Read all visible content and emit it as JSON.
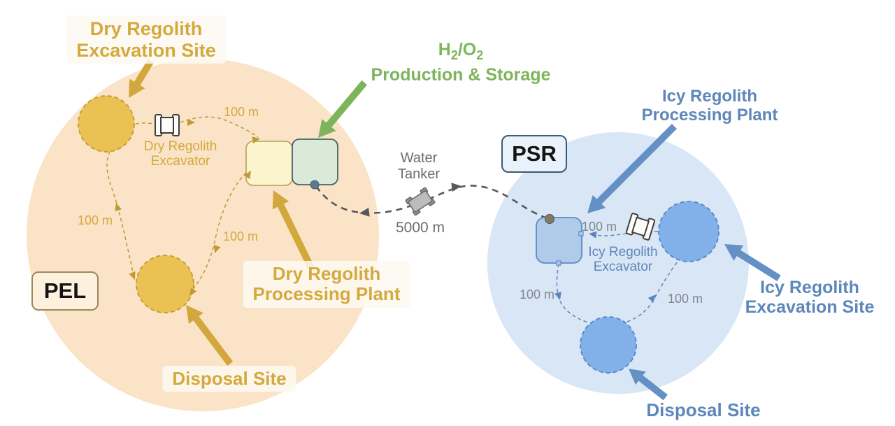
{
  "pel": {
    "badge": "PEL",
    "excavation_site_label": {
      "line1": "Dry Regolith",
      "line2": "Excavation Site"
    },
    "excavator_label": {
      "line1": "Dry Regolith",
      "line2": "Excavator"
    },
    "processing_plant_label": {
      "line1": "Dry Regolith",
      "line2": "Processing Plant"
    },
    "disposal_site_label": "Disposal Site",
    "distance_top": "100 m",
    "distance_left": "100 m",
    "distance_right": "100 m"
  },
  "h2o2": {
    "formula_h": "H",
    "formula_h_sub": "2",
    "formula_o": "/O",
    "formula_o_sub": "2",
    "line2": "Production & Storage"
  },
  "water_tanker": {
    "line1": "Water",
    "line2": "Tanker",
    "distance": "5000 m"
  },
  "psr": {
    "badge": "PSR",
    "processing_plant_label": {
      "line1": "Icy Regolith",
      "line2": "Processing Plant"
    },
    "excavator_label": {
      "line1": "Icy Regolith",
      "line2": "Excavator"
    },
    "excavation_site_label": {
      "line1": "Icy Regolith",
      "line2": "Excavation Site"
    },
    "disposal_site_label": "Disposal Site",
    "distance_top": "100 m",
    "distance_left": "100 m",
    "distance_right": "100 m"
  },
  "colors": {
    "pel-zone": "#fae3c7",
    "psr-zone": "#d9e6f6",
    "gold-text": "#d5a93e",
    "gold-arrow": "#d2a83c",
    "gold-node": "#eac152",
    "gold-node-border": "#c49a2e",
    "gold-path": "#c09a35",
    "pale-yellow": "#fbf4cd",
    "pale-yellow-border": "#b3a05a",
    "pale-green": "#d9ead8",
    "pale-green-border": "#4e6160",
    "green-text": "#7db45c",
    "blue-text": "#5d87bb",
    "blue-arrow": "#6590c5",
    "blue-node": "#82b0e8",
    "blue-node-border": "#5585c8",
    "blue-square": "#aecbea",
    "blue-square-border": "#5d89c2",
    "blue-path": "#5d85bb",
    "gray-text": "#6d6d6d",
    "gray-dim": "#82878d",
    "path-dark": "#58595b",
    "pel-badge-bg": "#fdf0dd",
    "pel-badge-border": "#9c8a58",
    "psr-badge-bg": "#e9f1fb",
    "psr-badge-border": "#3d5a75",
    "icon-outline": "#3f3f3f",
    "tanker-body": "#bcbcbc",
    "tanker-outline": "#6a6a6a",
    "tanker-wheel": "#8d8d8d",
    "dot-green-sq": "#5b7b8d",
    "dot-blue-sq": "#8a7561",
    "label-bg": "rgba(253,249,241,0.85)"
  }
}
